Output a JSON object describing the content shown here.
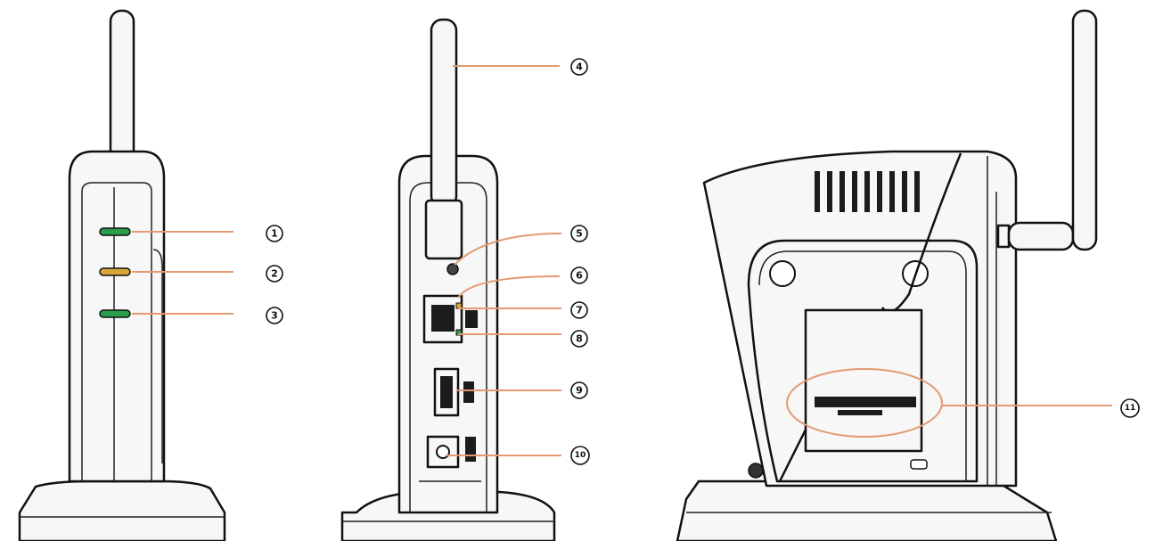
{
  "callouts": [
    {
      "id": "1",
      "label": "①"
    },
    {
      "id": "2",
      "label": "②"
    },
    {
      "id": "3",
      "label": "③"
    },
    {
      "id": "4",
      "label": "④"
    },
    {
      "id": "5",
      "label": "⑤"
    },
    {
      "id": "6",
      "label": "⑥"
    },
    {
      "id": "7",
      "label": "⑦"
    },
    {
      "id": "8",
      "label": "⑧"
    },
    {
      "id": "9",
      "label": "⑨"
    },
    {
      "id": "10",
      "label": "⑩"
    },
    {
      "id": "11",
      "label": "⑪"
    }
  ],
  "colors": {
    "leader": "#e39a72",
    "led_green": "#2a9d4a",
    "led_amber": "#d9a63a",
    "outline": "#111111"
  }
}
